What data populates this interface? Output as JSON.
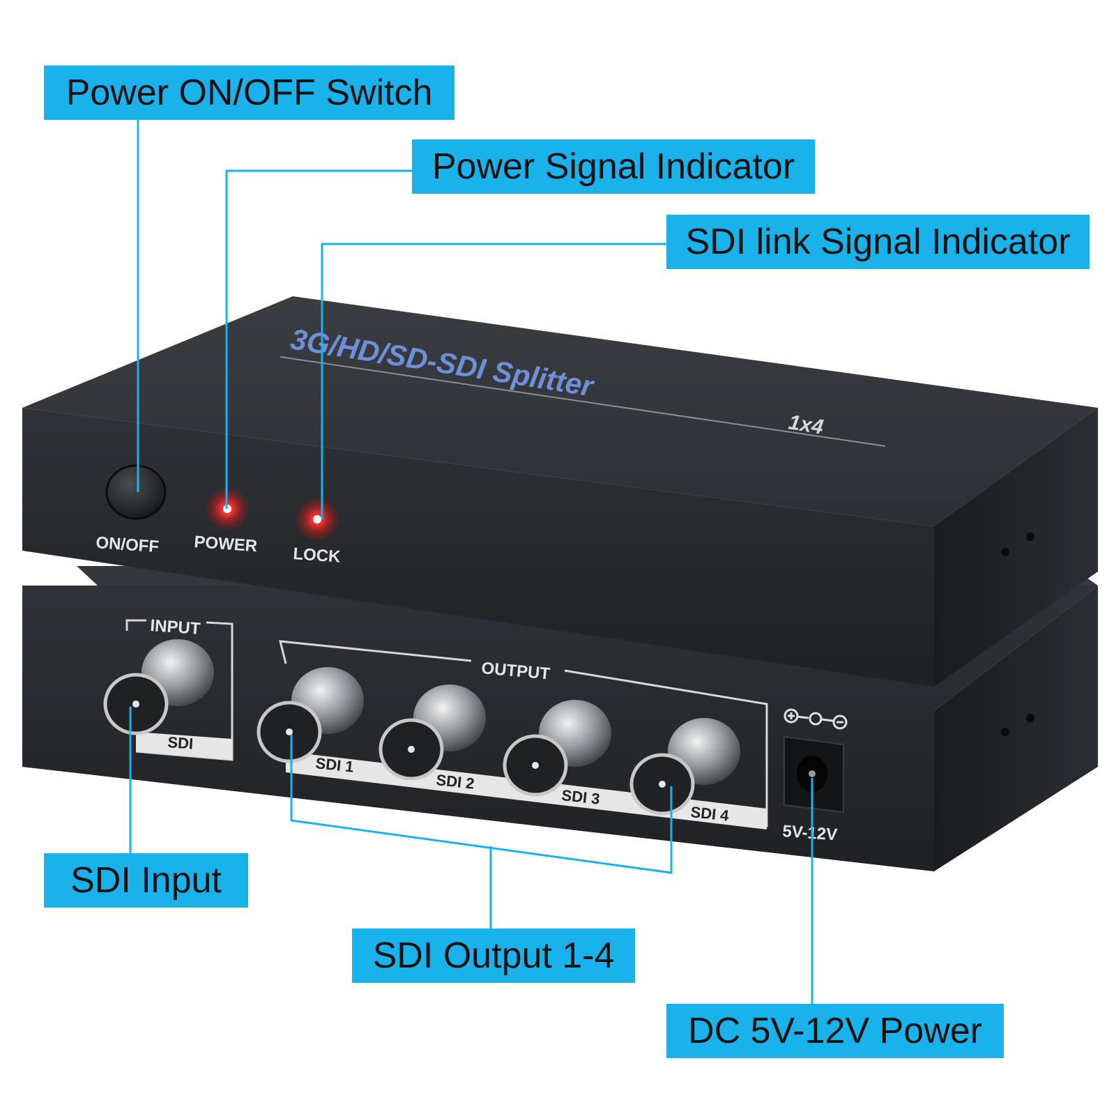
{
  "callouts": {
    "power_switch": "Power ON/OFF Switch",
    "power_indicator": "Power Signal Indicator",
    "sdi_link_indicator": "SDI link Signal Indicator",
    "sdi_input": "SDI Input",
    "sdi_output": "SDI Output 1-4",
    "dc_power": "DC 5V-12V Power"
  },
  "front_panel": {
    "product_name": "3G/HD/SD-SDI Splitter",
    "model": "1x4",
    "onoff_label": "ON/OFF",
    "power_led_label": "POWER",
    "lock_led_label": "LOCK"
  },
  "rear_panel": {
    "input_group": "INPUT",
    "input_port": "SDI",
    "output_group": "OUTPUT",
    "output_ports": [
      "SDI 1",
      "SDI 2",
      "SDI 3",
      "SDI 4"
    ],
    "dc_label": "5V-12V"
  },
  "colors": {
    "callout": "#1ab2ea",
    "case": "#26282b",
    "led": "#ff2020",
    "title_text": "#6f8fd8"
  }
}
